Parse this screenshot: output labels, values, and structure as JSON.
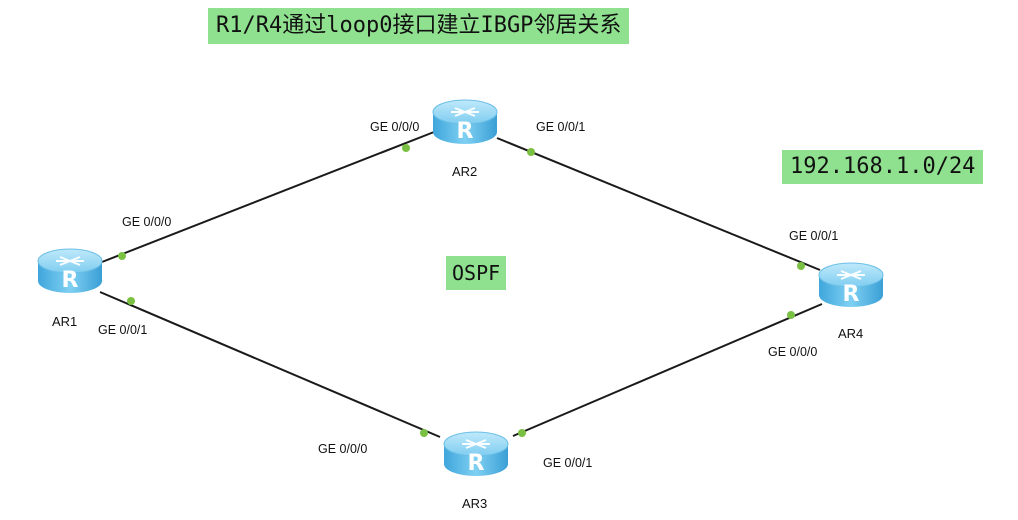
{
  "title": "R1/R4通过loop0接口建立IBGP邻居关系",
  "subnet_label": "192.168.1.0/24",
  "protocol_label": "OSPF",
  "colors": {
    "label_bg": "#8fe08f",
    "link": "#1a1a1a",
    "port_dot": "#7ac143",
    "router_body": "#5bb8e6"
  },
  "routers": [
    {
      "id": "AR1",
      "name": "AR1",
      "icon": "router-icon"
    },
    {
      "id": "AR2",
      "name": "AR2",
      "icon": "router-icon"
    },
    {
      "id": "AR3",
      "name": "AR3",
      "icon": "router-icon"
    },
    {
      "id": "AR4",
      "name": "AR4",
      "icon": "router-icon"
    }
  ],
  "links": [
    {
      "from": "AR1",
      "from_port": "GE 0/0/0",
      "to": "AR2",
      "to_port": "GE 0/0/0"
    },
    {
      "from": "AR1",
      "from_port": "GE 0/0/1",
      "to": "AR3",
      "to_port": "GE 0/0/0"
    },
    {
      "from": "AR2",
      "from_port": "GE 0/0/1",
      "to": "AR4",
      "to_port": "GE 0/0/1"
    },
    {
      "from": "AR3",
      "from_port": "GE 0/0/1",
      "to": "AR4",
      "to_port": "GE 0/0/0"
    }
  ]
}
